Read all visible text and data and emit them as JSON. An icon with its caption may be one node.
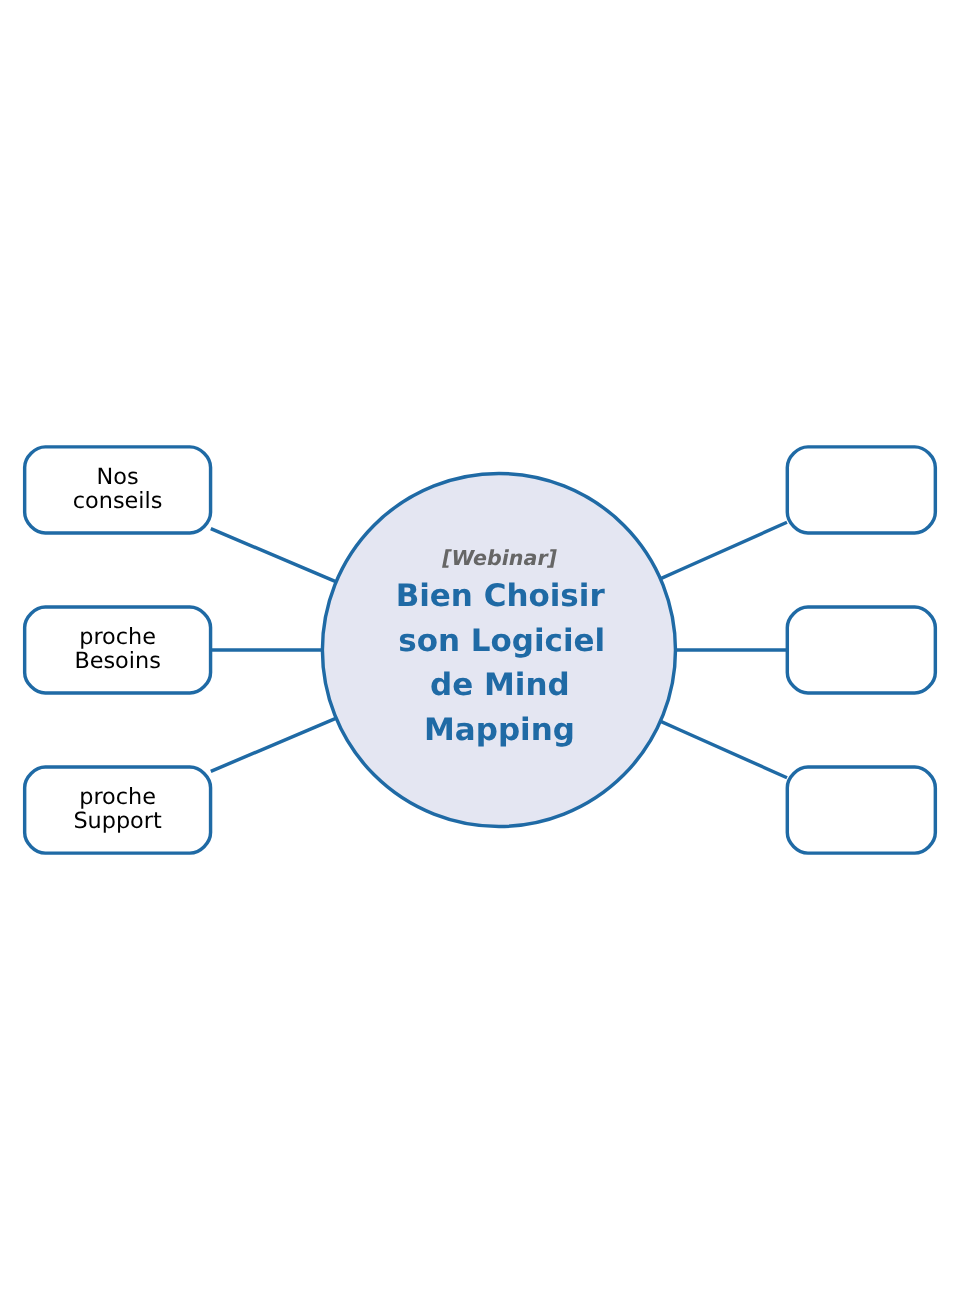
{
  "diagram": {
    "nodes": [
      {
        "text": [
          "[Webinar]",
          "Bien Choisir son Logiciel de Mind Mapping"
        ]
      },
      {
        "text": [
          "Nos conseils"
        ]
      },
      {
        "text": [],
        "shape": "box"
      },
      {
        "text": [
          "proche Besoins"
        ]
      },
      {
        "text": [],
        "shape": "box"
      },
      {
        "text": [
          "proche Support"
        ]
      },
      {
        "text": [],
        "shape": "box"
      }
    ],
    "edges": [
      {
        "from": 1,
        "to": 0,
        "arrow": "none"
      },
      {
        "from": 0,
        "to": 2,
        "arrow": "none"
      },
      {
        "from": 3,
        "to": 0,
        "arrow": "none"
      },
      {
        "from": 0,
        "to": 4,
        "arrow": "none"
      },
      {
        "from": 5,
        "to": 0,
        "arrow": "none"
      },
      {
        "from": 0,
        "to": 6,
        "arrow": "none"
      }
    ]
  }
}
